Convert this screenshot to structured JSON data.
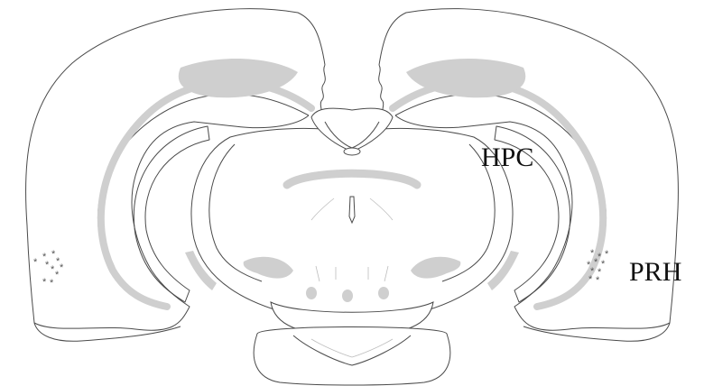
{
  "labels": {
    "hpc": "HPC",
    "prh": "PRH"
  },
  "markers": {
    "glyph": "*",
    "left_count": 10,
    "right_count": 10
  },
  "colors": {
    "outline": "#4a4a4a",
    "tract_fill": "#cfcfcf",
    "text": "#111111"
  }
}
